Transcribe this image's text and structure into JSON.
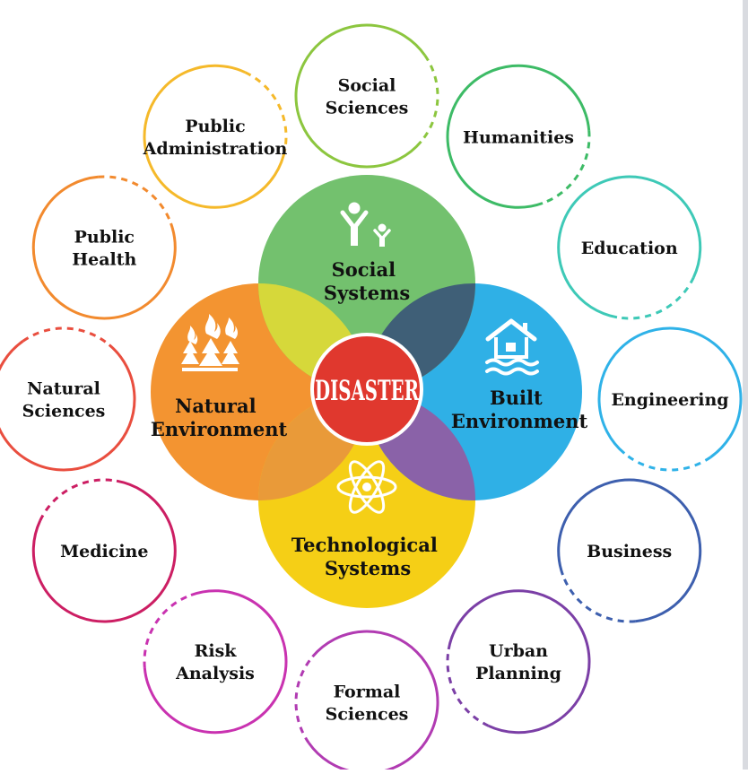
{
  "center": {
    "label": "DISASTER",
    "color": "#e0382e"
  },
  "systems": [
    {
      "id": "social",
      "lines": [
        "Social",
        "Systems"
      ],
      "color": "#73c16e",
      "icon": "people-icon"
    },
    {
      "id": "built",
      "lines": [
        "Built",
        "Environment"
      ],
      "color": "#2fb0e6",
      "icon": "house-flood-icon"
    },
    {
      "id": "technological",
      "lines": [
        "Technological",
        "Systems"
      ],
      "color": "#f5cf16",
      "icon": "atom-icon"
    },
    {
      "id": "natural",
      "lines": [
        "Natural",
        "Environment"
      ],
      "color": "#f39431",
      "icon": "wildfire-icon"
    }
  ],
  "disciplines": [
    {
      "lines": [
        "Social",
        "Sciences"
      ],
      "color": "#8cc63f"
    },
    {
      "lines": [
        "Humanities"
      ],
      "color": "#3dbb66"
    },
    {
      "lines": [
        "Education"
      ],
      "color": "#3ec9b7"
    },
    {
      "lines": [
        "Engineering"
      ],
      "color": "#2fb2e8"
    },
    {
      "lines": [
        "Business"
      ],
      "color": "#3d5fae"
    },
    {
      "lines": [
        "Urban",
        "Planning"
      ],
      "color": "#7b3fa6"
    },
    {
      "lines": [
        "Formal",
        "Sciences"
      ],
      "color": "#b13bb2"
    },
    {
      "lines": [
        "Risk",
        "Analysis"
      ],
      "color": "#c932b0"
    },
    {
      "lines": [
        "Medicine"
      ],
      "color": "#cc1e63"
    },
    {
      "lines": [
        "Natural",
        "Sciences"
      ],
      "color": "#e94e3f"
    },
    {
      "lines": [
        "Public",
        "Health"
      ],
      "color": "#f28a2e"
    },
    {
      "lines": [
        "Public",
        "Administration"
      ],
      "color": "#f5b92a"
    }
  ]
}
